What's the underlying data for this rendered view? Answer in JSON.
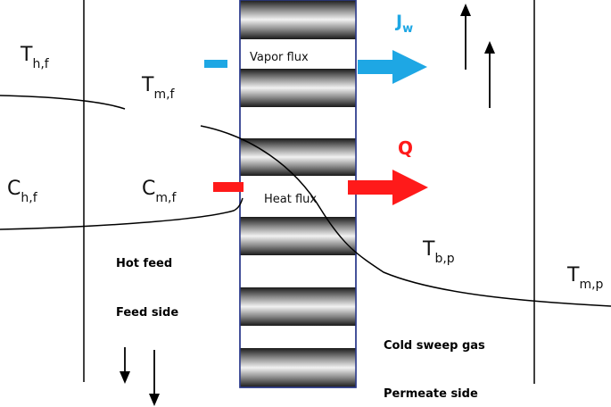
{
  "labels": {
    "t_hf_main": "T",
    "t_hf_sub": "h,f",
    "t_mf_main": "T",
    "t_mf_sub": "m,f",
    "c_hf_main": "C",
    "c_hf_sub": "h,f",
    "c_mf_main": "C",
    "c_mf_sub": "m,f",
    "t_bp_main": "T",
    "t_bp_sub": "b,p",
    "t_mp_main": "T",
    "t_mp_sub": "m,p",
    "jw_main": "J",
    "jw_sub": "w",
    "q": "Q",
    "vapor_flux": "Vapor flux",
    "heat_flux": "Heat flux",
    "hot_feed": "Hot feed",
    "feed_side": "Feed side",
    "cold_sweep_gas": "Cold sweep gas",
    "permeate_side": "Permeate side"
  },
  "colors": {
    "vapor": "#1ea7e4",
    "heat": "#ff1a1a",
    "membrane_border": "#2b3a8c",
    "line": "#000000"
  }
}
